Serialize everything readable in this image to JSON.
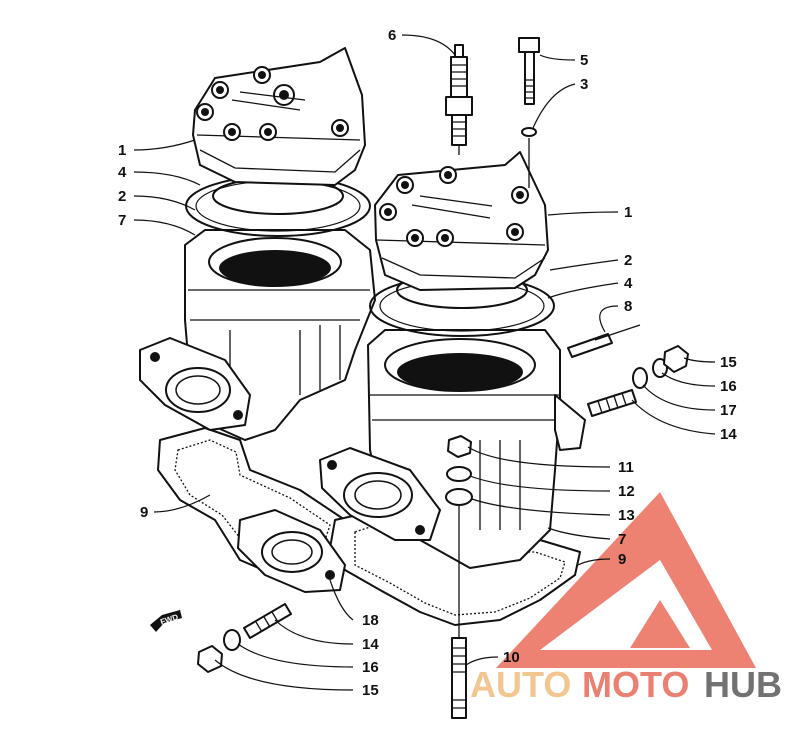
{
  "callouts": [
    {
      "id": "c1a",
      "text": "1"
    },
    {
      "id": "c4a",
      "text": "4"
    },
    {
      "id": "c2a",
      "text": "2"
    },
    {
      "id": "c7a",
      "text": "7"
    },
    {
      "id": "c6",
      "text": "6"
    },
    {
      "id": "c5",
      "text": "5"
    },
    {
      "id": "c3",
      "text": "3"
    },
    {
      "id": "c1b",
      "text": "1"
    },
    {
      "id": "c2b",
      "text": "2"
    },
    {
      "id": "c4b",
      "text": "4"
    },
    {
      "id": "c8",
      "text": "8"
    },
    {
      "id": "c15a",
      "text": "15"
    },
    {
      "id": "c16a",
      "text": "16"
    },
    {
      "id": "c17",
      "text": "17"
    },
    {
      "id": "c14a",
      "text": "14"
    },
    {
      "id": "c11",
      "text": "11"
    },
    {
      "id": "c12",
      "text": "12"
    },
    {
      "id": "c13",
      "text": "13"
    },
    {
      "id": "c7b",
      "text": "7"
    },
    {
      "id": "c9b",
      "text": "9"
    },
    {
      "id": "c9a",
      "text": "9"
    },
    {
      "id": "c10",
      "text": "10"
    },
    {
      "id": "c18",
      "text": "18"
    },
    {
      "id": "c14b",
      "text": "14"
    },
    {
      "id": "c16b",
      "text": "16"
    },
    {
      "id": "c15b",
      "text": "15"
    }
  ],
  "forward_arrow_text": "FWD",
  "watermark": {
    "part1": "AUTO",
    "part2": "MOTO",
    "part3": "HUB",
    "color1": "#f2c58a",
    "color2": "#e87a6a",
    "color3": "#6b6b6b",
    "triangle_color": "#e8604c"
  }
}
